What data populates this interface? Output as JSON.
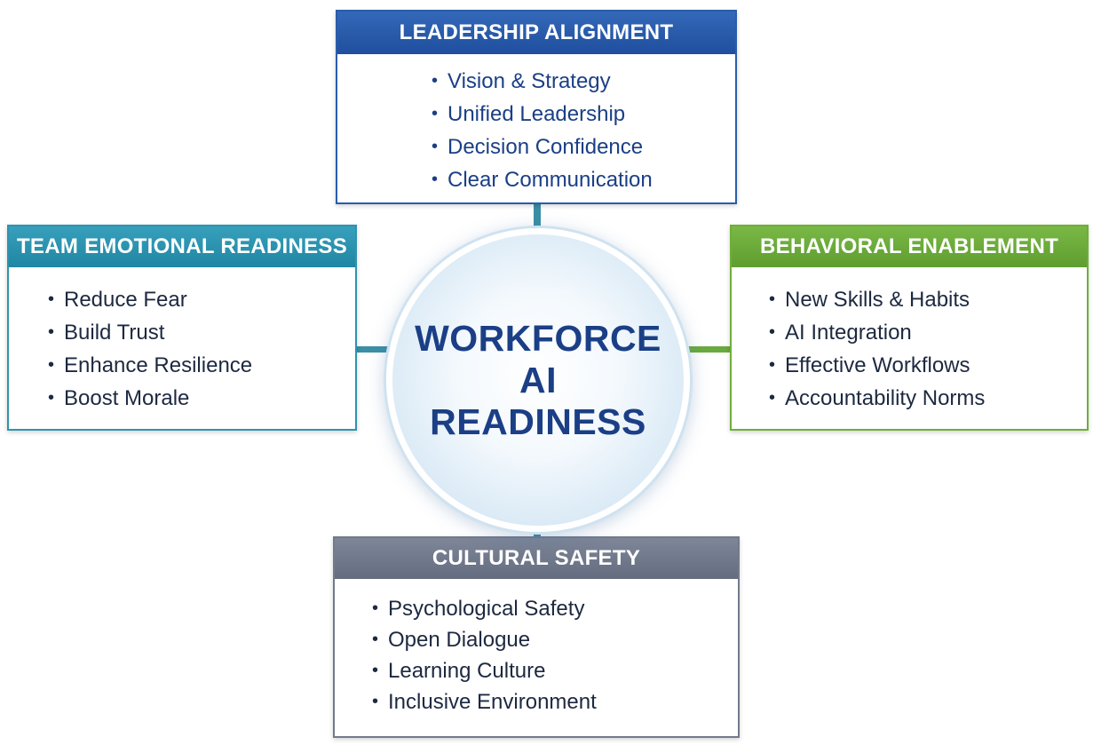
{
  "center": {
    "lines": [
      "WORKFORCE",
      "AI",
      "READINESS"
    ]
  },
  "leadership": {
    "title": "LEADERSHIP ALIGNMENT",
    "items": [
      "Vision & Strategy",
      "Unified Leadership",
      "Decision Confidence",
      "Clear Communication"
    ]
  },
  "team": {
    "title": "TEAM EMOTIONAL READINESS",
    "items": [
      "Reduce Fear",
      "Build Trust",
      "Enhance Resilience",
      "Boost Morale"
    ]
  },
  "behavioral": {
    "title": "BEHAVIORAL ENABLEMENT",
    "items": [
      "New Skills & Habits",
      "AI Integration",
      "Effective Workflows",
      "Accountability Norms"
    ]
  },
  "cultural": {
    "title": "CULTURAL SAFETY",
    "items": [
      "Psychological Safety",
      "Open Dialogue",
      "Learning Culture",
      "Inclusive Environment"
    ]
  },
  "colors": {
    "leadership": "#2a5cab",
    "team": "#2f93ae",
    "behavioral": "#6fae3b",
    "cultural": "#727a8c",
    "center_text": "#1b3f86"
  }
}
